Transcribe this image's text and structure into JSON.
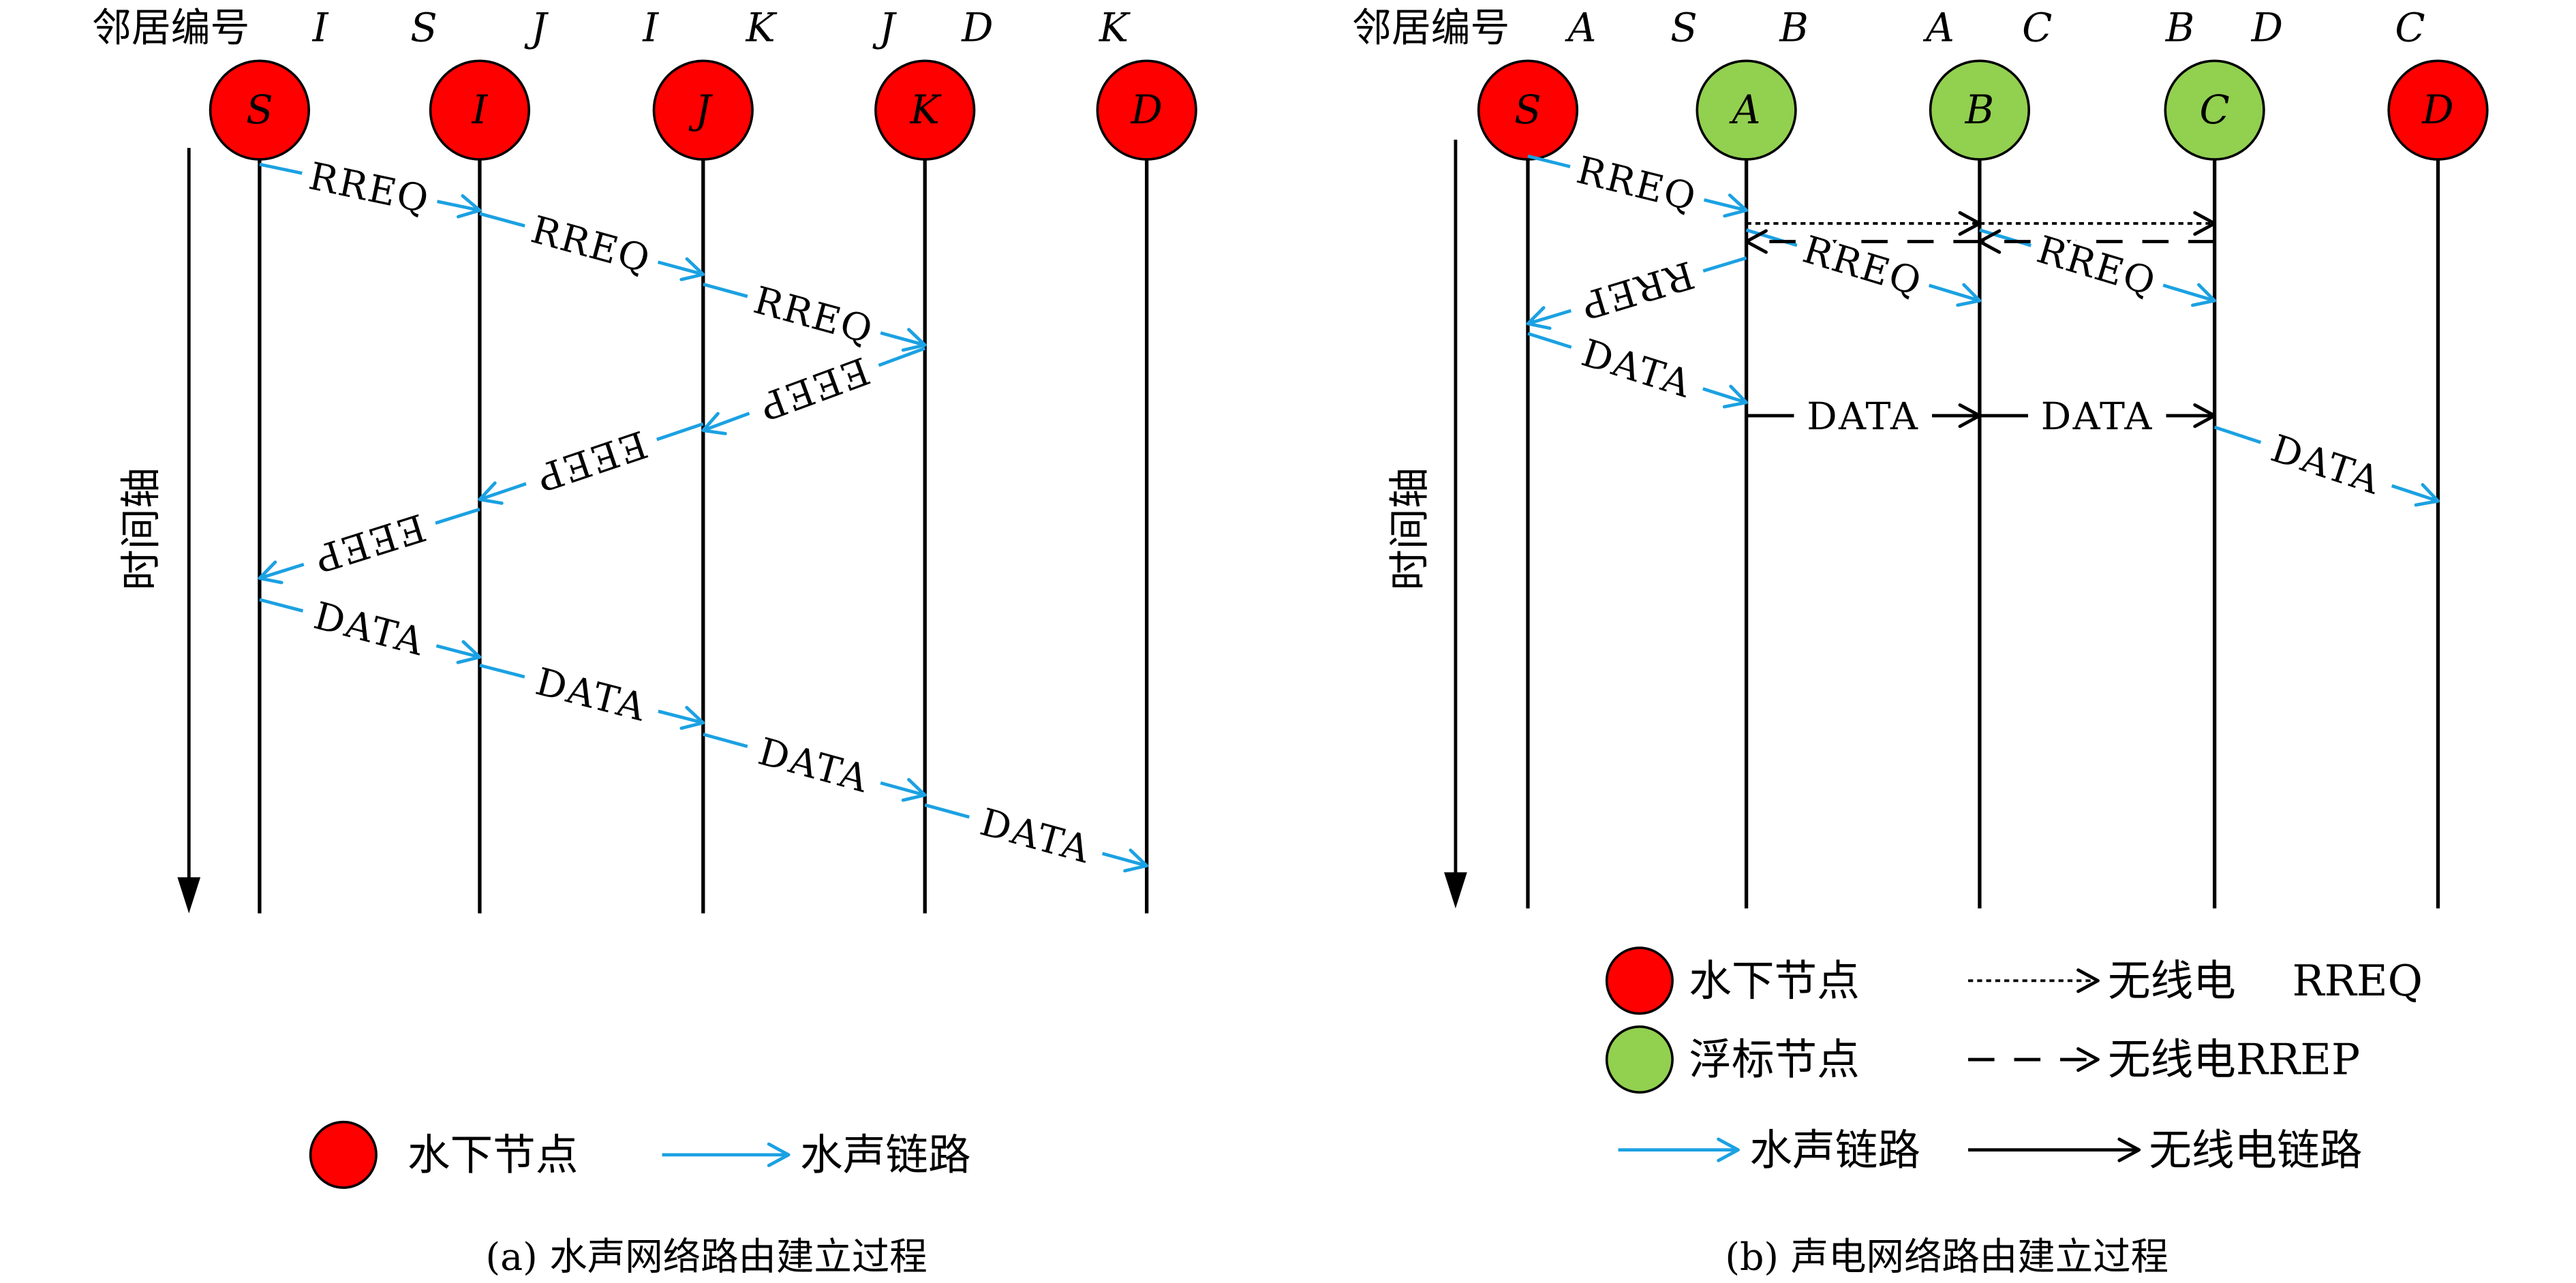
{
  "panels": [
    {
      "neighbor_header": "邻居编号",
      "neighbor_ids": [
        "I",
        "S",
        "J",
        "I",
        "K",
        "J",
        "D",
        "K"
      ],
      "nodes": [
        {
          "id": "S",
          "kind": "水下节点"
        },
        {
          "id": "I",
          "kind": "水下节点"
        },
        {
          "id": "J",
          "kind": "水下节点"
        },
        {
          "id": "K",
          "kind": "水下节点"
        },
        {
          "id": "D",
          "kind": "水下节点"
        }
      ],
      "time_axis_label": "时间轴",
      "messages": [
        {
          "label": "RREQ",
          "from": "S",
          "to": "I",
          "link": "水声链路"
        },
        {
          "label": "RREQ",
          "from": "I",
          "to": "J",
          "link": "水声链路"
        },
        {
          "label": "RREQ",
          "from": "J",
          "to": "K",
          "link": "水声链路"
        },
        {
          "label": "EEEP",
          "from": "K",
          "to": "J",
          "link": "水声链路"
        },
        {
          "label": "EEEP",
          "from": "J",
          "to": "I",
          "link": "水声链路"
        },
        {
          "label": "EEEP",
          "from": "I",
          "to": "S",
          "link": "水声链路"
        },
        {
          "label": "DATA",
          "from": "S",
          "to": "I",
          "link": "水声链路"
        },
        {
          "label": "DATA",
          "from": "I",
          "to": "J",
          "link": "水声链路"
        },
        {
          "label": "DATA",
          "from": "J",
          "to": "K",
          "link": "水声链路"
        },
        {
          "label": "DATA",
          "from": "K",
          "to": "D",
          "link": "水声链路"
        }
      ],
      "legend": {
        "nodes": [
          {
            "label": "水下节点",
            "color": "#FF0000"
          }
        ],
        "links": [
          {
            "label": "水声链路",
            "color": "#1BA1E2"
          }
        ]
      },
      "caption": "(a) 水声网络路由建立过程"
    },
    {
      "neighbor_header": "邻居编号",
      "neighbor_ids": [
        "A",
        "S",
        "B",
        "A",
        "C",
        "B",
        "D",
        "C"
      ],
      "nodes": [
        {
          "id": "S",
          "kind": "水下节点"
        },
        {
          "id": "A",
          "kind": "浮标节点"
        },
        {
          "id": "B",
          "kind": "浮标节点"
        },
        {
          "id": "C",
          "kind": "浮标节点"
        },
        {
          "id": "D",
          "kind": "水下节点"
        }
      ],
      "time_axis_label": "时间轴",
      "messages": [
        {
          "label": "RREQ",
          "from": "S",
          "to": "A",
          "link": "水声链路"
        },
        {
          "from": "A",
          "to": "B",
          "link": "无线电 RREQ"
        },
        {
          "from": "B",
          "to": "C",
          "link": "无线电 RREQ"
        },
        {
          "label": "RREQ",
          "from": "A",
          "to": "B",
          "link": "水声链路"
        },
        {
          "label": "RREQ",
          "from": "B",
          "to": "C",
          "link": "水声链路"
        },
        {
          "from": "B",
          "to": "A",
          "link": "无线电RREP"
        },
        {
          "from": "C",
          "to": "B",
          "link": "无线电RREP"
        },
        {
          "label": "RREP",
          "from": "A",
          "to": "S",
          "link": "水声链路"
        },
        {
          "label": "DATA",
          "from": "S",
          "to": "A",
          "link": "水声链路"
        },
        {
          "label": "DATA",
          "from": "A",
          "to": "B",
          "link": "无线电链路"
        },
        {
          "label": "DATA",
          "from": "B",
          "to": "C",
          "link": "无线电链路"
        },
        {
          "label": "DATA",
          "from": "C",
          "to": "D",
          "link": "水声链路"
        }
      ],
      "legend": {
        "nodes": [
          {
            "label": "水下节点",
            "color": "#FF0000"
          },
          {
            "label": "浮标节点",
            "color": "#92D050"
          }
        ],
        "links": [
          {
            "label": "无线电 RREQ",
            "color": "#000000"
          },
          {
            "label": "无线电RREP",
            "color": "#000000"
          },
          {
            "label": "水声链路",
            "color": "#1BA1E2"
          },
          {
            "label": "无线电链路",
            "color": "#000000"
          }
        ]
      },
      "caption": "(b) 声电网络路由建立过程"
    }
  ]
}
